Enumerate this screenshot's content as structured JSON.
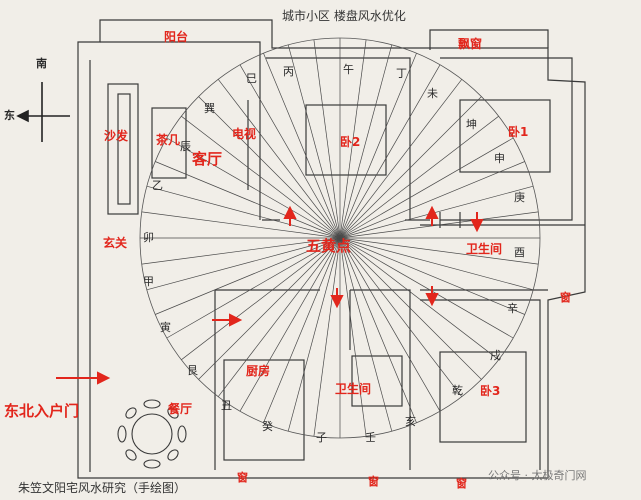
{
  "title": "城市小区  楼盘风水优化",
  "caption": "朱笠文阳宅风水研究（手绘图）",
  "watermark": "公众号 · 太极奇门网",
  "compass": {
    "south": "南",
    "east": "东"
  },
  "rooms": {
    "balcony": "阳台",
    "bay_window": "飘窗",
    "sofa": "沙发",
    "tea_table": "茶几",
    "tv": "电视",
    "living_room": "客厅",
    "bedroom_2": "卧2",
    "bedroom_1": "卧1",
    "foyer": "玄关",
    "center_point": "五黄点",
    "bathroom_east": "卫生间",
    "kitchen": "厨房",
    "bathroom_south": "卫生间",
    "bedroom_3": "卧3",
    "dining": "餐厅",
    "entrance": "东北入户门",
    "window_1": "窗",
    "window_2": "窗",
    "window_3": "窗",
    "window_4": "窗"
  },
  "mountains": [
    "丙",
    "午",
    "丁",
    "未",
    "坤",
    "申",
    "庚",
    "酉",
    "辛",
    "戌",
    "乾",
    "亥",
    "壬",
    "子",
    "癸",
    "丑",
    "艮",
    "寅",
    "甲",
    "卯",
    "乙",
    "辰",
    "巽",
    "巳"
  ],
  "colors": {
    "ink": "#2a2a2a",
    "red": "#e2261c",
    "paper": "#f1eee8"
  }
}
